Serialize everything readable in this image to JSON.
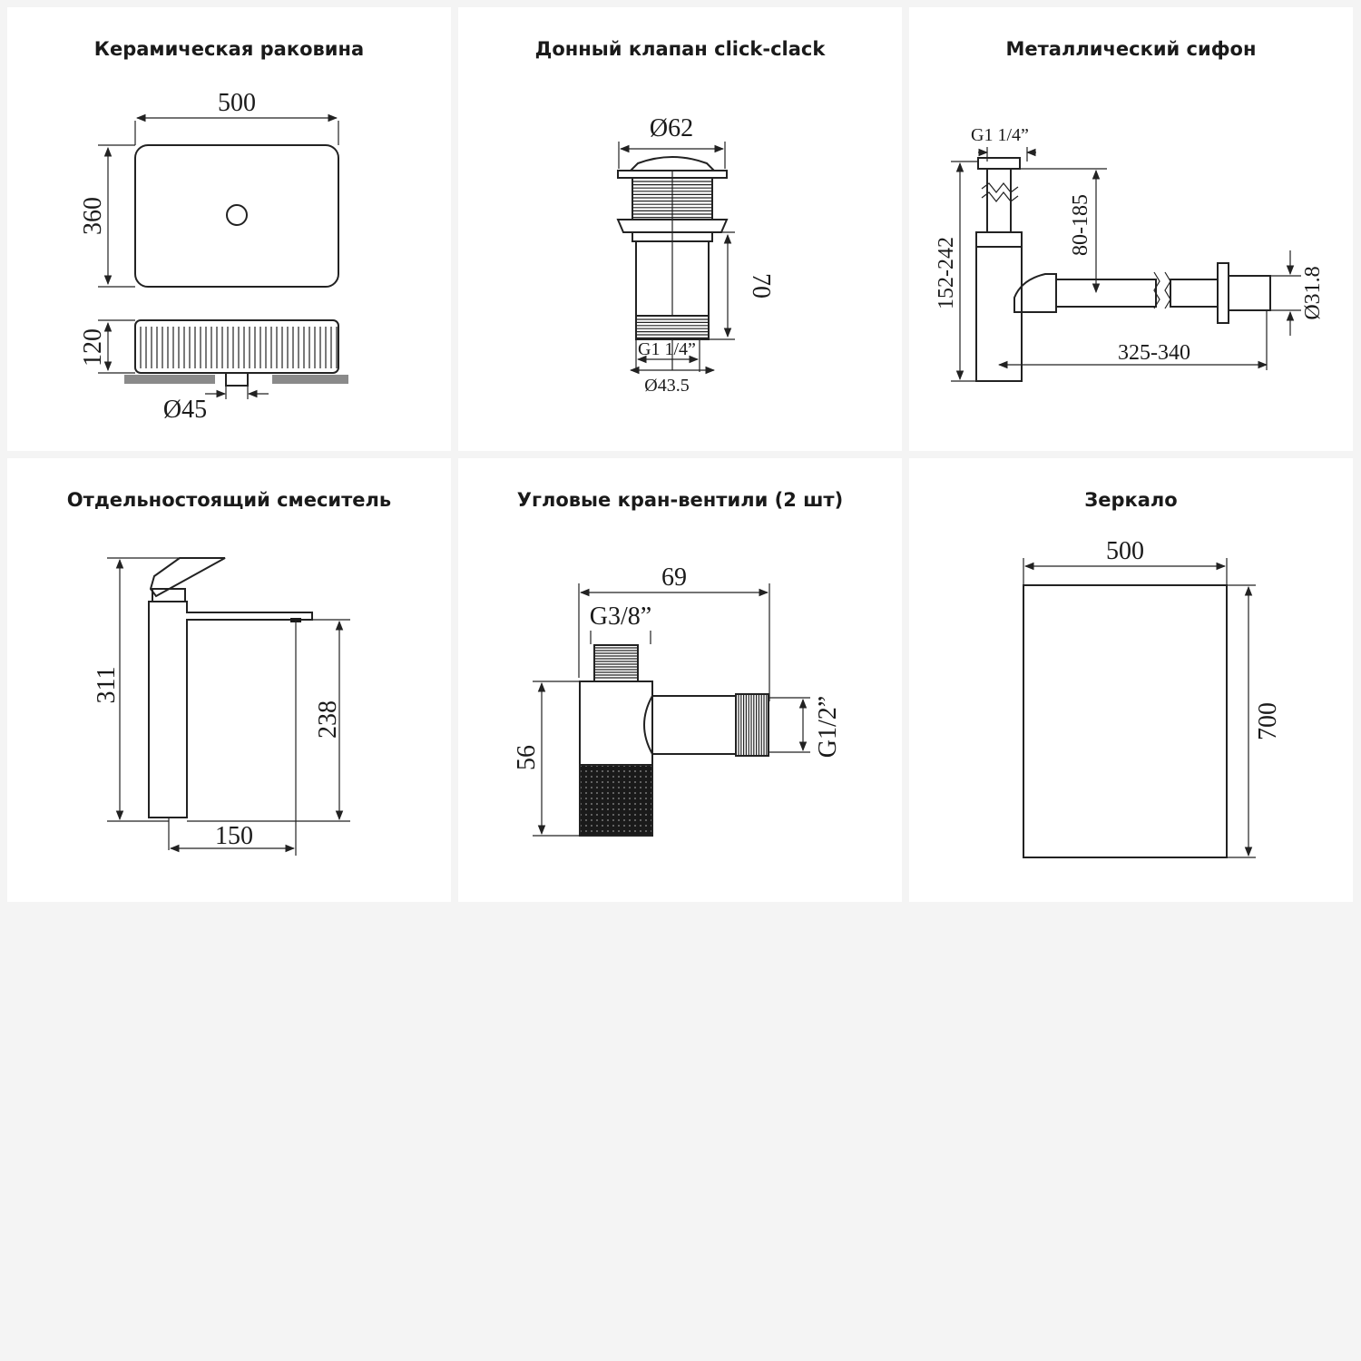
{
  "cards": [
    {
      "title": "Керамическая раковина",
      "dims": {
        "width": "500",
        "depth": "360",
        "height": "120",
        "drain": "Ø45"
      }
    },
    {
      "title": "Донный клапан click-clack",
      "dims": {
        "cap": "Ø62",
        "height": "70",
        "thread": "G1 1/4”",
        "body": "Ø43.5"
      }
    },
    {
      "title": "Металлический сифон",
      "dims": {
        "thread": "G1 1/4”",
        "total_height": "152-242",
        "adjust": "80-185",
        "length": "325-340",
        "pipe": "Ø31.8"
      }
    },
    {
      "title": "Отдельностоящий смеситель",
      "dims": {
        "height": "311",
        "spout_height": "238",
        "reach": "150"
      }
    },
    {
      "title": "Угловые кран-вентили (2 шт)",
      "dims": {
        "length": "69",
        "inlet": "G3/8”",
        "height": "56",
        "outlet": "G1/2”"
      }
    },
    {
      "title": "Зеркало",
      "dims": {
        "width": "500",
        "height": "700"
      }
    }
  ],
  "colors": {
    "line": "#222222",
    "background": "#f4f4f4",
    "card": "#ffffff",
    "fill_dark": "#1a1a1a",
    "fill_gray": "#8a8a8a"
  }
}
